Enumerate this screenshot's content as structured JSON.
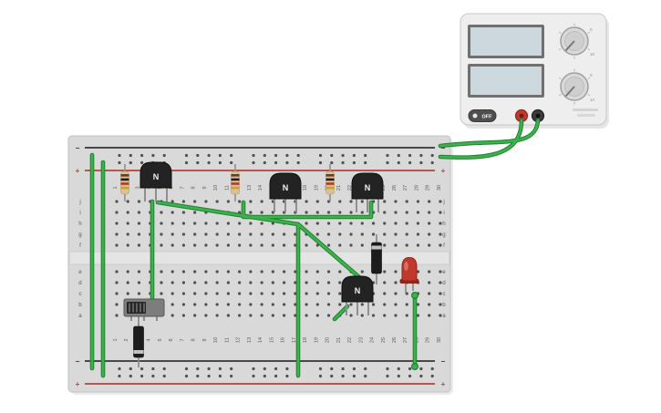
{
  "scene": {
    "background": "#ffffff"
  },
  "breadboard": {
    "column_numbers": [
      "1",
      "2",
      "3",
      "4",
      "5",
      "6",
      "7",
      "8",
      "9",
      "10",
      "11",
      "12",
      "13",
      "14",
      "15",
      "16",
      "17",
      "18",
      "19",
      "20",
      "21",
      "22",
      "23",
      "24",
      "25",
      "26",
      "27",
      "28",
      "29",
      "30"
    ],
    "row_letters_top": [
      "j",
      "i",
      "h",
      "g",
      "f"
    ],
    "row_letters_bottom": [
      "e",
      "d",
      "c",
      "b",
      "a"
    ],
    "rail_plus_label": "+",
    "rail_minus_label": "−",
    "colors": {
      "board": "#d9d9d9",
      "groove": "#e4e4e4",
      "hole": "#4f4f4f",
      "rail_plus": "#b6423a",
      "rail_minus": "#333333",
      "label": "#5a5a5a"
    }
  },
  "components": {
    "transistor_label": "N",
    "transistor_body_color": "#232323",
    "resistor_body_color": "#d9c29a",
    "resistor_band_colors": [
      "#6b3a21",
      "#1f1f1f",
      "#b03a2a",
      "#c9a227"
    ],
    "diode_body_color": "#1c1c1c",
    "diode_stripe_color": "#c2c2c2",
    "led_color": "#c0392b",
    "led_rim_color": "#8e241c",
    "switch_body_color": "#7d7d7d",
    "switch_knob_color": "#262626",
    "leg_color": "#8f8f8f",
    "wire_color": "#3db24c",
    "wire_edge_color": "#1f8030"
  },
  "power_supply": {
    "off_button_label": "OFF",
    "voltage_knob": {
      "min_label": "0",
      "max_label": "10"
    },
    "current_knob": {
      "min_label": "0",
      "max_label": "1A"
    },
    "colors": {
      "body": "#eeeeee",
      "screen": "#ccd8de",
      "screen_frame": "#707070",
      "terminal_positive": "#c2372e",
      "terminal_negative": "#3c3c3c"
    }
  }
}
